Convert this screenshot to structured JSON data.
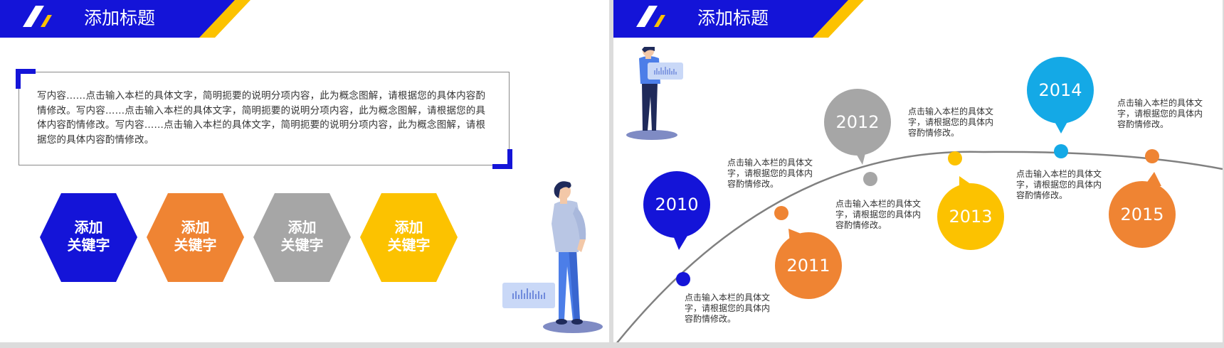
{
  "colors": {
    "blue": "#1414d8",
    "orange": "#ef8433",
    "gray": "#a6a6a6",
    "yellow": "#fcc200",
    "sky": "#14a9e6",
    "text": "#333333"
  },
  "slides": [
    {
      "title": "添加标题",
      "body_text": "写内容……点击输入本栏的具体文字，简明扼要的说明分项内容，此为概念图解，请根据您的具体内容酌情修改。写内容……点击输入本栏的具体文字，简明扼要的说明分项内容，此为概念图解，请根据您的具体内容酌情修改。写内容……点击输入本栏的具体文字，简明扼要的说明分项内容，此为概念图解，请根据您的具体内容酌情修改。",
      "keywords": [
        {
          "line1": "添加",
          "line2": "关键字",
          "color": "#1414d8"
        },
        {
          "line1": "添加",
          "line2": "关键字",
          "color": "#ef8433"
        },
        {
          "line1": "添加",
          "line2": "关键字",
          "color": "#a6a6a6"
        },
        {
          "line1": "添加",
          "line2": "关键字",
          "color": "#fcc200"
        }
      ]
    },
    {
      "title": "添加标题",
      "timeline": [
        {
          "year": "2010",
          "color": "#1414d8",
          "text": "点击输入本栏的具体文字，请根据您的具体内容酌情修改。"
        },
        {
          "year": "2011",
          "color": "#ef8433",
          "text": "点击输入本栏的具体文字，请根据您的具体内容酌情修改。"
        },
        {
          "year": "2012",
          "color": "#a6a6a6",
          "text": "点击输入本栏的具体文字，请根据您的具体内容酌情修改。"
        },
        {
          "year": "2013",
          "color": "#fcc200",
          "text": "点击输入本栏的具体文字，请根据您的具体内容酌情修改。"
        },
        {
          "year": "2014",
          "color": "#14a9e6",
          "text": "点击输入本栏的具体文字，请根据您的具体内容酌情修改。"
        },
        {
          "year": "2015",
          "color": "#ef8433",
          "text": "点击输入本栏的具体文字，请根据您的具体内容酌情修改。"
        }
      ]
    }
  ]
}
